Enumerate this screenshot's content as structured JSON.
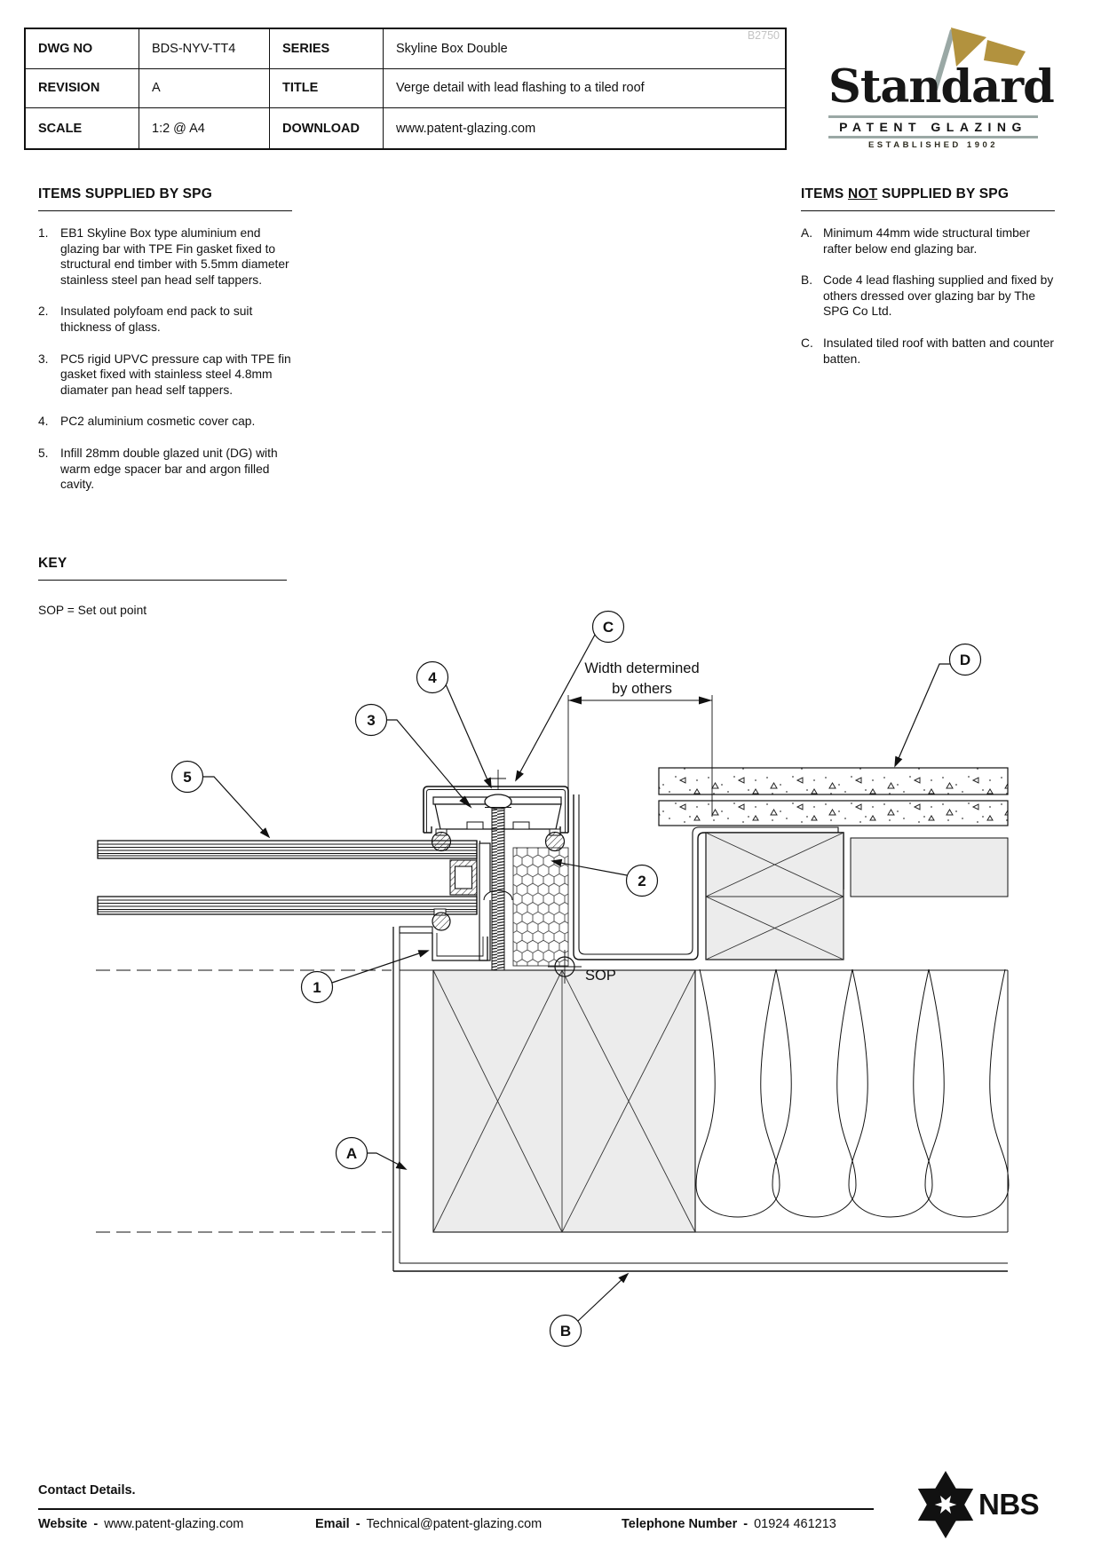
{
  "table": {
    "watermark": "B2750",
    "rows": [
      {
        "label1": "DWG NO",
        "value1": "BDS-NYV-TT4",
        "label2": "SERIES",
        "value2": "Skyline Box Double"
      },
      {
        "label1": "REVISION",
        "value1": "A",
        "label2": "TITLE",
        "value2": "Verge detail with lead flashing to a tiled roof"
      },
      {
        "label1": "SCALE",
        "value1": "1:2 @ A4",
        "label2": "DOWNLOAD",
        "value2": "www.patent-glazing.com"
      }
    ]
  },
  "logo": {
    "name": "Standard",
    "subtitle": "PATENT GLAZING",
    "established": "ESTABLISHED 1902",
    "flag_color": "#b2923e",
    "pole_color": "#9aa8a5"
  },
  "supplied": {
    "heading": "ITEMS SUPPLIED BY SPG",
    "items": [
      {
        "num": "1.",
        "text": "EB1 Skyline Box type aluminium end glazing bar with TPE Fin gasket fixed to structural end timber with 5.5mm diameter stainless steel pan head self tappers."
      },
      {
        "num": "2.",
        "text": "Insulated polyfoam end pack to suit thickness of glass."
      },
      {
        "num": "3.",
        "text": "PC5 rigid UPVC pressure cap with TPE fin gasket fixed with stainless steel 4.8mm diamater pan head self tappers."
      },
      {
        "num": "4.",
        "text": "PC2 aluminium cosmetic cover cap."
      },
      {
        "num": "5.",
        "text": "Infill 28mm double glazed unit (DG) with warm edge spacer bar and argon filled cavity."
      }
    ]
  },
  "not_supplied": {
    "heading_pre": "ITEMS",
    "heading_not": "NOT",
    "heading_post": "SUPPLIED BY SPG",
    "items": [
      {
        "num": "A.",
        "text": "Minimum 44mm wide structural timber rafter below end glazing bar."
      },
      {
        "num": "B.",
        "text": "Code 4 lead flashing supplied and fixed by others dressed over glazing bar by The SPG Co Ltd."
      },
      {
        "num": "C.",
        "text": "Insulated tiled roof with batten and counter batten."
      }
    ]
  },
  "key": {
    "heading": "KEY",
    "note": "SOP = Set out point"
  },
  "drawing": {
    "dim_line1": "Width determined",
    "dim_line2": "by others",
    "sop_label": "SOP",
    "callouts": {
      "n1": "1",
      "n2": "2",
      "n3": "3",
      "n4": "4",
      "n5": "5",
      "a": "A",
      "b": "B",
      "c": "C",
      "d": "D"
    }
  },
  "footer": {
    "heading": "Contact Details.",
    "website_label": "Website",
    "website_value": "www.patent-glazing.com",
    "email_label": "Email",
    "email_value": "Technical@patent-glazing.com",
    "phone_label": "Telephone Number",
    "phone_value": "01924 461213",
    "separator": "-",
    "nbs": "NBS"
  }
}
